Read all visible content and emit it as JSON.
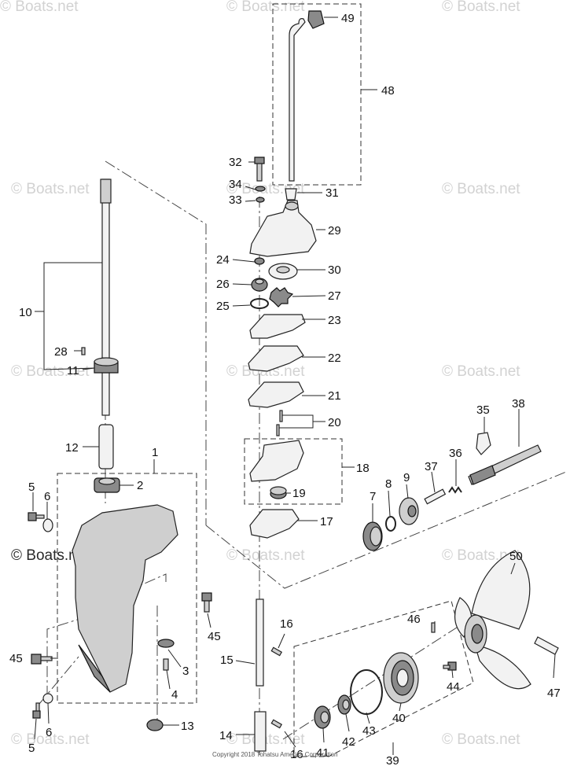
{
  "watermark": {
    "text": "© Boats.net"
  },
  "footer": {
    "copyright": "Copyright 2018 Tohatsu America Corporation"
  },
  "callouts": [
    "1",
    "2",
    "3",
    "4",
    "5",
    "6",
    "7",
    "8",
    "9",
    "10",
    "11",
    "12",
    "13",
    "14",
    "15",
    "16",
    "17",
    "18",
    "19",
    "20",
    "21",
    "22",
    "23",
    "24",
    "25",
    "26",
    "27",
    "28",
    "29",
    "30",
    "31",
    "32",
    "33",
    "34",
    "35",
    "36",
    "37",
    "38",
    "39",
    "40",
    "41",
    "42",
    "43",
    "44",
    "45",
    "46",
    "47",
    "48",
    "49",
    "50"
  ]
}
